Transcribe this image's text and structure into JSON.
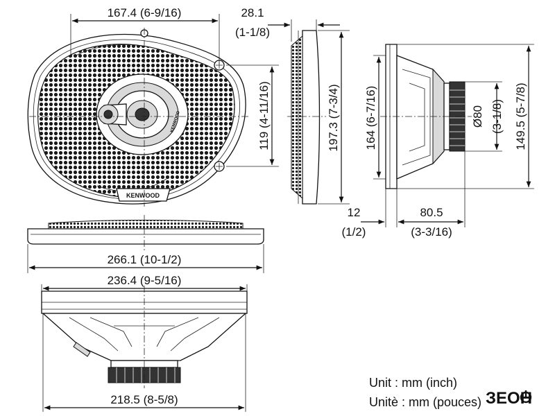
{
  "dimensions": {
    "front_top_offset": "167.4 (6-9/16)",
    "depth_top_value": "28.1",
    "depth_top_frac": "(1-1/8)",
    "hole_spacing_vertical": "119 (4-11/16)",
    "height_overall": "197.3 (7-3/4)",
    "height_inner": "164 (6-7/16)",
    "magnet_diameter_value": "Ø80",
    "magnet_diameter_frac": "(3-1/8)",
    "height_outer_side": "149.5 (5-7/8)",
    "flange_value": "12",
    "flange_frac": "(1/2)",
    "mount_depth_value": "80.5",
    "mount_depth_frac": "(3-3/16)",
    "width_overall": "266.1 (10-1/2)",
    "width_cutout": "236.4 (9-5/16)",
    "width_basket": "218.5 (8-5/8)"
  },
  "units": {
    "line_en": "Unit : mm (inch)",
    "line_fr": "Unitè : mm (pouces)"
  },
  "brand": {
    "grille_logo": "KENWOOD",
    "tweeter_logo": "KENWOOD",
    "watermark": "ЗЕОН"
  },
  "icons": {
    "watermark_power": "power-icon"
  },
  "colors": {
    "line": "#111111",
    "fill_grey": "#d9d9d9",
    "magnet_dark": "#333333"
  }
}
